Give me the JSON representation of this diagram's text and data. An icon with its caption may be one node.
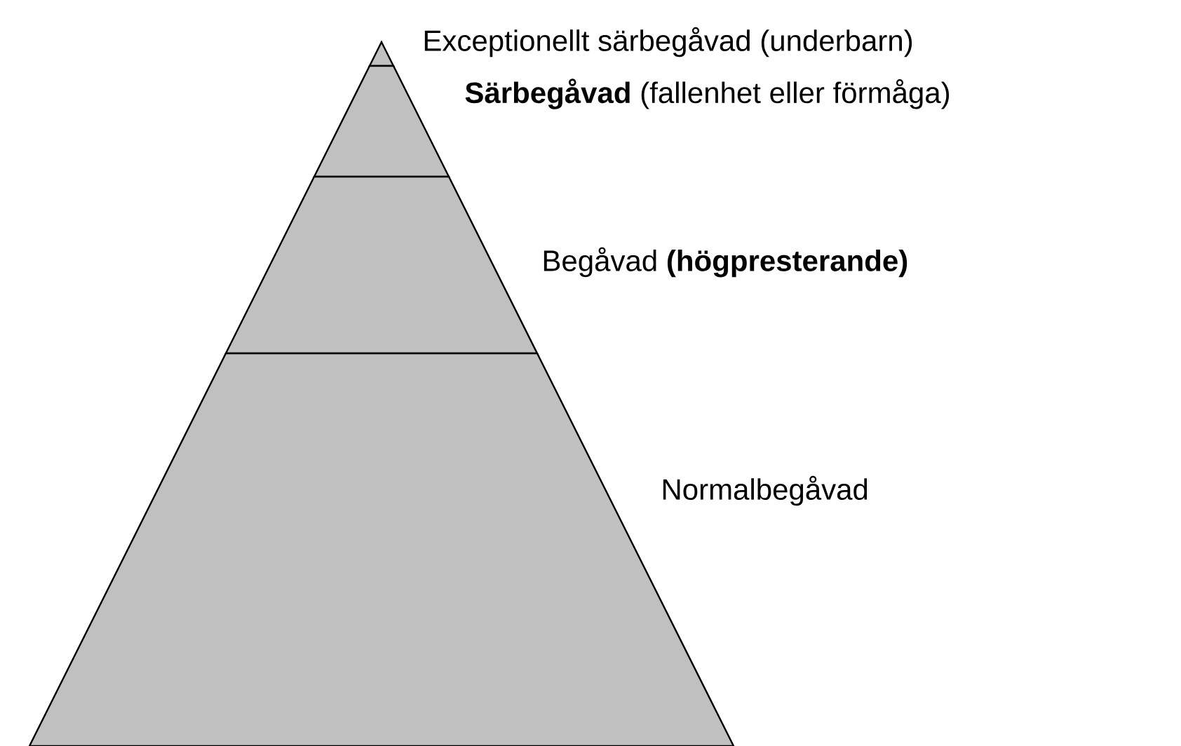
{
  "diagram": {
    "nodes": [
      {
        "text": [
          "Exceptionellt särbegåvad (underbarn)"
        ]
      },
      {
        "text": [
          "**Särbegåvad** (fallenhet eller förmåga)"
        ]
      },
      {
        "text": [
          "Begåvad **(högpresterande)**"
        ]
      },
      {
        "text": [
          "Normalbegåvad"
        ]
      }
    ]
  }
}
